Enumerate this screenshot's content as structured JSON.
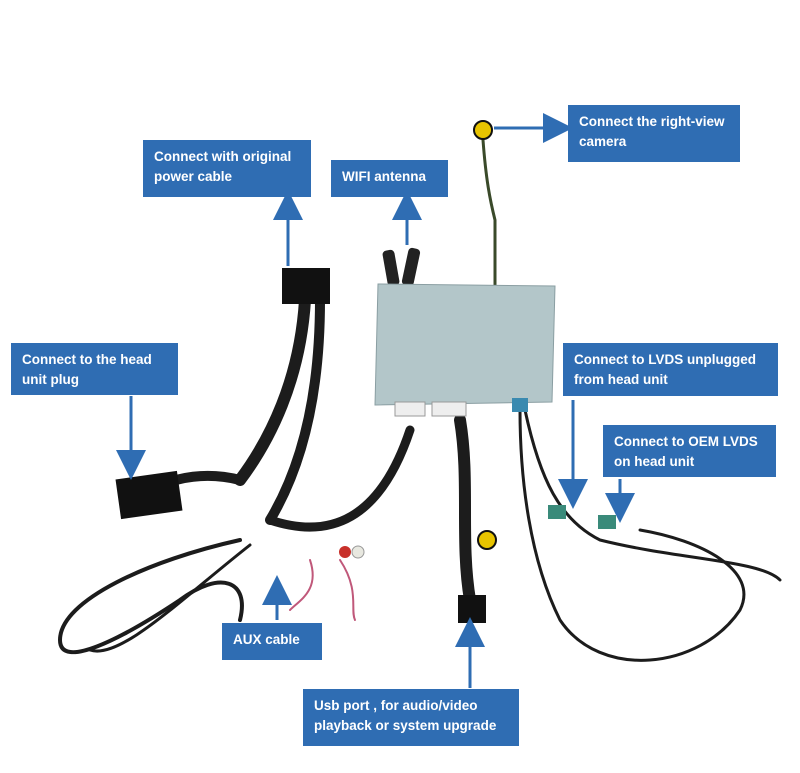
{
  "colors": {
    "label_bg": "#2f6db3",
    "label_text": "#ffffff",
    "arrow": "#2f6db3",
    "module": "#b3c6c9",
    "cable": "#1c1c1c"
  },
  "labels": {
    "power_cable": "Connect with original power cable",
    "wifi_antenna": "WIFI antenna",
    "right_view_camera": "Connect the right-view camera",
    "head_unit_plug": "Connect to the head unit plug",
    "lvds_unplugged": "Connect to LVDS unplugged from head unit",
    "oem_lvds": "Connect to OEM LVDS on head unit",
    "aux_cable": "AUX cable",
    "usb_port": "Usb port , for audio/video playback or system upgrade"
  }
}
